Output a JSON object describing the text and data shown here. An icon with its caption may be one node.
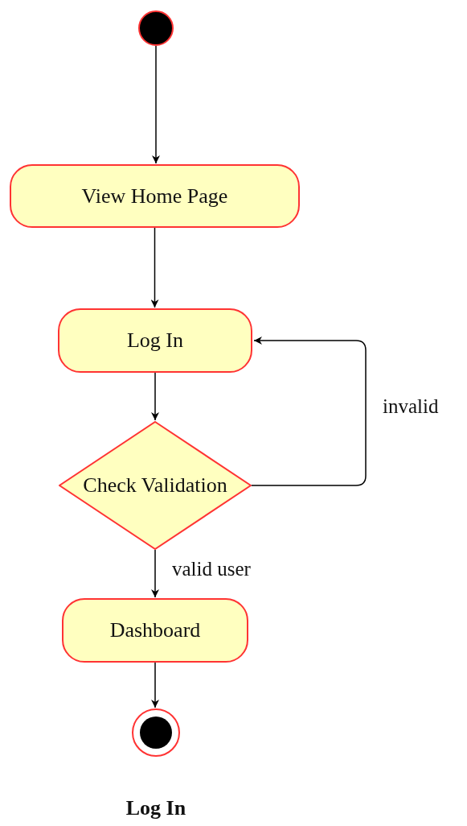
{
  "diagram": {
    "title": "Log In",
    "nodes": [
      {
        "text": [],
        "shape": "circle"
      },
      {
        "text": [
          "View Home Page"
        ]
      },
      {
        "text": [
          "Log In"
        ]
      },
      {
        "text": [
          "Check Validation"
        ]
      },
      {
        "text": [
          "Dashboard"
        ]
      },
      {
        "text": [],
        "shape": "bullseye"
      }
    ],
    "edges": [
      {
        "from": 0,
        "to": 1,
        "arrow": "to"
      },
      {
        "from": 1,
        "to": 2,
        "arrow": "to"
      },
      {
        "from": 2,
        "to": 3,
        "arrow": "to"
      },
      {
        "from": 3,
        "to": 2,
        "arrow": "to",
        "label": "invalid"
      },
      {
        "from": 3,
        "to": 4,
        "arrow": "to",
        "label": "valid user"
      },
      {
        "from": 4,
        "to": 5,
        "arrow": "to"
      }
    ]
  }
}
